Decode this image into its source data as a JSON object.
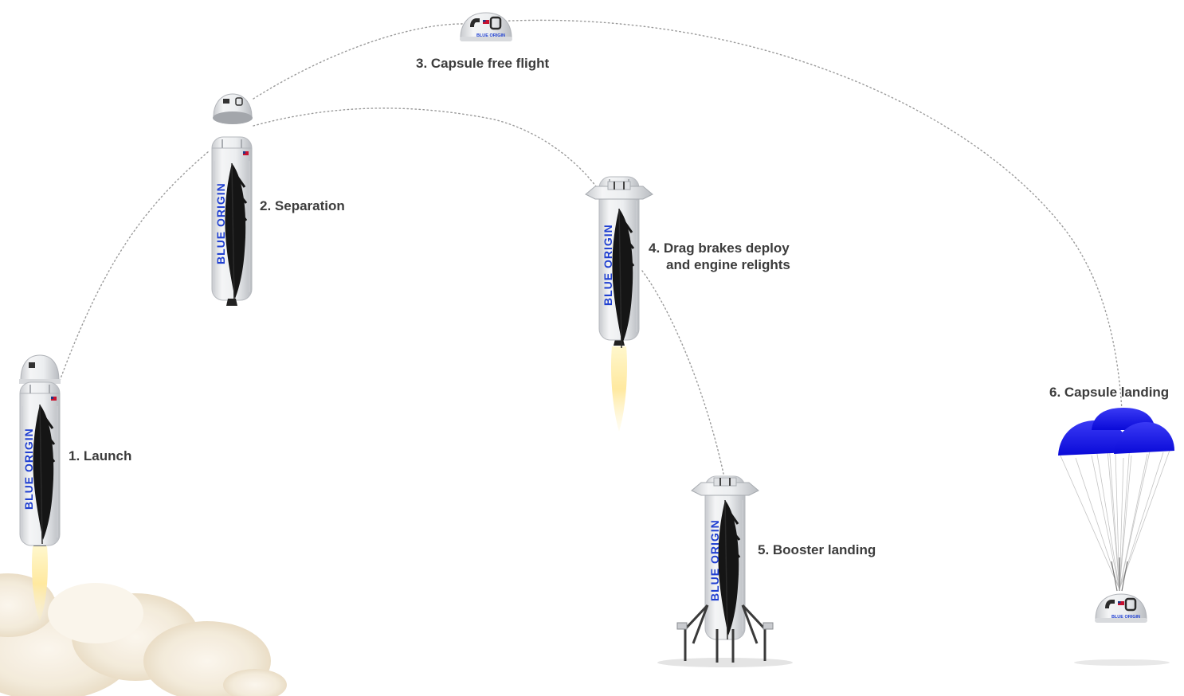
{
  "steps": [
    {
      "number": "1",
      "label": "1. Launch"
    },
    {
      "number": "2",
      "label": "2. Separation"
    },
    {
      "number": "3",
      "label": "3. Capsule free flight"
    },
    {
      "number": "4",
      "label_line1": "4. Drag brakes deploy",
      "label_line2": "and engine relights"
    },
    {
      "number": "5",
      "label": "5. Booster landing"
    },
    {
      "number": "6",
      "label": "6. Capsule landing"
    }
  ],
  "branding": {
    "booster_text": "BLUE ORIGIN",
    "capsule_text": "BLUE ORIGIN"
  },
  "colors": {
    "label_text": "#3c3c3c",
    "brand_blue": "#1f3fd1",
    "parachute_blue": "#1010e8",
    "rocket_body": "#ecedef",
    "trajectory": "#9a9a9a",
    "flame": "#fff2b0"
  },
  "icons": [
    "rocket-icon",
    "capsule-icon",
    "parachute-icon",
    "feather-icon",
    "flag-icon",
    "smoke-cloud-icon",
    "flame-icon"
  ]
}
